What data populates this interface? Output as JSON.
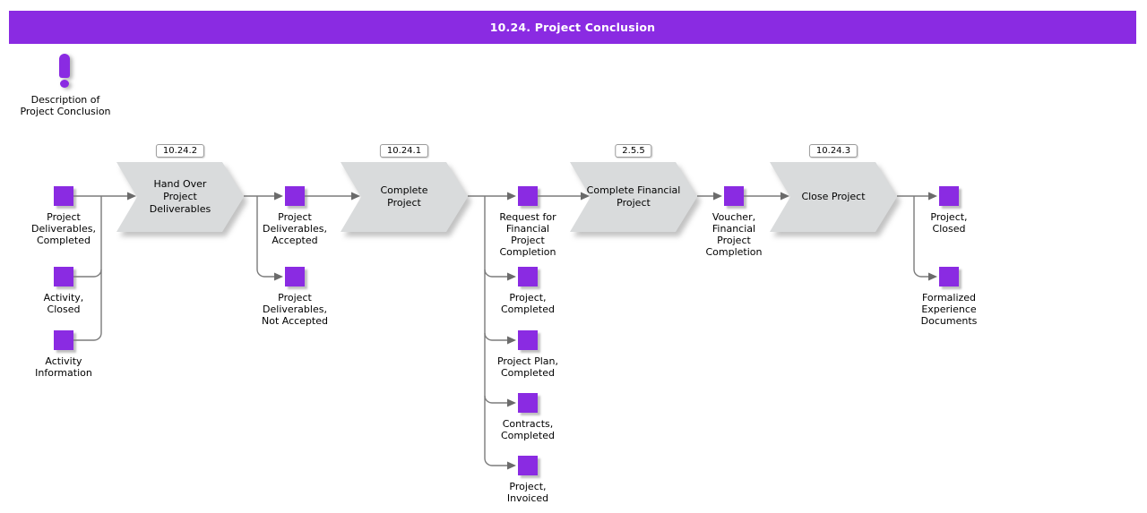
{
  "header": {
    "title": "10.24. Project Conclusion"
  },
  "note": {
    "label": "Description of\nProject Conclusion"
  },
  "processes": [
    {
      "badge": "10.24.2",
      "label": "Hand Over\nProject\nDeliverables"
    },
    {
      "badge": "10.24.1",
      "label": "Complete\nProject"
    },
    {
      "badge": "2.5.5",
      "label": "Complete Financial\nProject"
    },
    {
      "badge": "10.24.3",
      "label": "Close Project"
    }
  ],
  "artifacts": [
    {
      "label": "Project\nDeliverables,\nCompleted"
    },
    {
      "label": "Activity,\nClosed"
    },
    {
      "label": "Activity\nInformation"
    },
    {
      "label": "Project\nDeliverables,\nAccepted"
    },
    {
      "label": "Project\nDeliverables,\nNot Accepted"
    },
    {
      "label": "Request for\nFinancial\nProject\nCompletion"
    },
    {
      "label": "Project,\nCompleted"
    },
    {
      "label": "Project Plan,\nCompleted"
    },
    {
      "label": "Contracts,\nCompleted"
    },
    {
      "label": "Project,\nInvoiced"
    },
    {
      "label": "Voucher,\nFinancial\nProject\nCompletion"
    },
    {
      "label": "Project,\nClosed"
    },
    {
      "label": "Formalized\nExperience\nDocuments"
    }
  ],
  "colors": {
    "accent_purple": "#8A2BE2",
    "process_gray": "#D9DBDC",
    "line_gray": "#7B7B7B",
    "title_text": "#FFFFFF"
  }
}
